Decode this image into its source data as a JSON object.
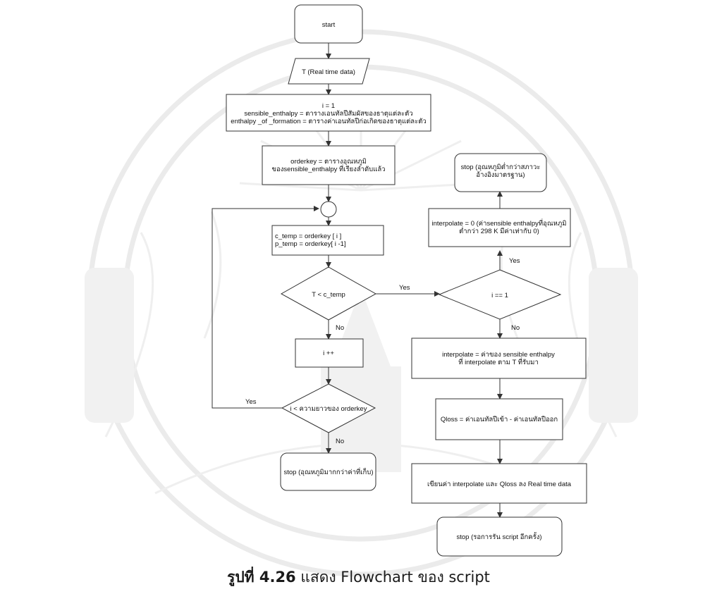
{
  "figure": {
    "nodes": {
      "start": "start",
      "input": "T (Real time data)",
      "init": [
        "i = 1",
        "sensible_enthalpy = ตารางเอนทัลปีสัมผัสของธาตุแต่ละตัว",
        "enthalpy _of _formation = ตารางค่าเอนทัลปีก่อเกิดของธาตุแต่ละตัว"
      ],
      "orderkey": [
        "orderkey = ตารางอุณหภูมิ",
        "ของsensible_enthalpy ที่เรียงลำดับแล้ว"
      ],
      "temps": [
        "c_temp = orderkey [ i ]",
        "p_temp = orderkey[ i -1]"
      ],
      "decision_t": "T <  c_temp",
      "increment": "i ++",
      "decision_len": "i < ความยาวของ orderkey",
      "stop_high": "stop (อุณหภูมิมากกว่าค่าที่เก็บ)",
      "stop_low": [
        "stop (อุณหภูมิต่ำกว่าสภาวะ",
        "อ้างอิงมาตรฐาน)"
      ],
      "interp_zero": [
        "interpolate = 0 (ค่าsensible enthalpyที่อุณหภูมิ",
        "ต่ำกว่า 298 K มีค่าเท่ากับ 0)"
      ],
      "decision_i": "i == 1",
      "interp_calc": [
        "interpolate = ค่าของ sensible enthalpy",
        "ที่ interpolate ตาม T ที่รับมา"
      ],
      "qloss": "Qloss = ค่าเอนทัลปีเข้า - ค่าเอนทัลปีออก",
      "write": "เขียนค่า interpolate และ Qloss ลง Real time data",
      "stop_end": "stop (รอการรัน script อีกครั้ง)"
    },
    "edge_labels": {
      "t_yes": "Yes",
      "t_no": "No",
      "len_yes": "Yes",
      "len_no": "No",
      "i_yes": "Yes",
      "i_no": "No"
    },
    "colors": {
      "stroke": "#333333",
      "fill": "#ffffff",
      "watermark": "#e9e9e9"
    }
  },
  "caption": {
    "label": "รูปที่ 4.26",
    "text": " แสดง Flowchart ของ script"
  }
}
